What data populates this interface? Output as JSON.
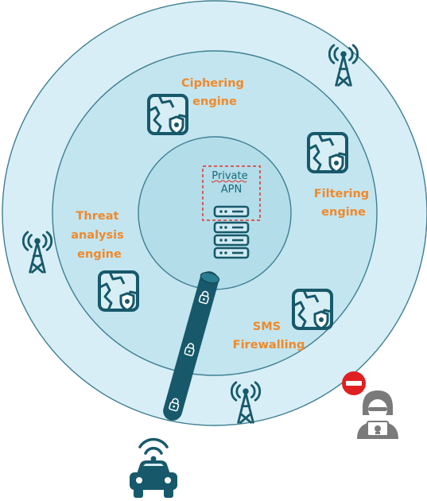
{
  "labels": {
    "ciphering": [
      "Ciphering",
      "engine"
    ],
    "filtering": [
      "Filtering",
      "engine"
    ],
    "threat": [
      "Threat",
      "analysis",
      "engine"
    ],
    "sms": [
      "SMS",
      "Firewalling"
    ],
    "apn": [
      "Private",
      "APN"
    ]
  },
  "icons": {
    "antenna": "cell-tower-icon",
    "engine": "map-shield-icon",
    "server": "server-rack-icon",
    "car": "connected-car-icon",
    "hacker": "hacker-icon",
    "block": "no-entry-icon",
    "lock": "padlock-icon"
  },
  "colors": {
    "outer_ring": "#d7eef6",
    "middle_ring": "#c2e5f0",
    "inner_ring": "#b2dde9",
    "ring_stroke": "#3f7f90",
    "teal": "#17596a",
    "label": "#f0892a",
    "apn_border": "#e0332a",
    "block": "#e02020",
    "hacker": "#7a7a7a"
  }
}
